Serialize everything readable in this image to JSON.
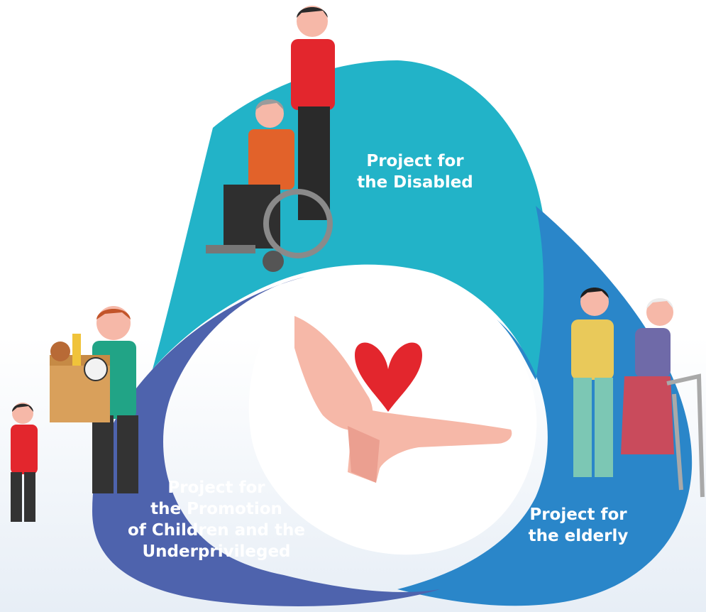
{
  "segments": [
    {
      "lines": [
        "Project for",
        "the Disabled"
      ],
      "color": "#22b3c8",
      "illustration": "caregiver-wheelchair-icon"
    },
    {
      "lines": [
        "Project for",
        "the elderly"
      ],
      "color": "#2a86c9",
      "illustration": "elderly-walker-icon"
    },
    {
      "lines": [
        "Project for",
        "the Promotion",
        "of Children and the",
        "Underprivileged"
      ],
      "color": "#4e63ad",
      "illustration": "toy-donation-icon"
    }
  ],
  "center_icon": "hands-heart-icon",
  "colors": {
    "teal": "#22b3c8",
    "blue": "#2a86c9",
    "indigo": "#4e63ad",
    "heart": "#e3262d",
    "skin": "#f6b8a8",
    "background_tint": "#e7eef6"
  }
}
